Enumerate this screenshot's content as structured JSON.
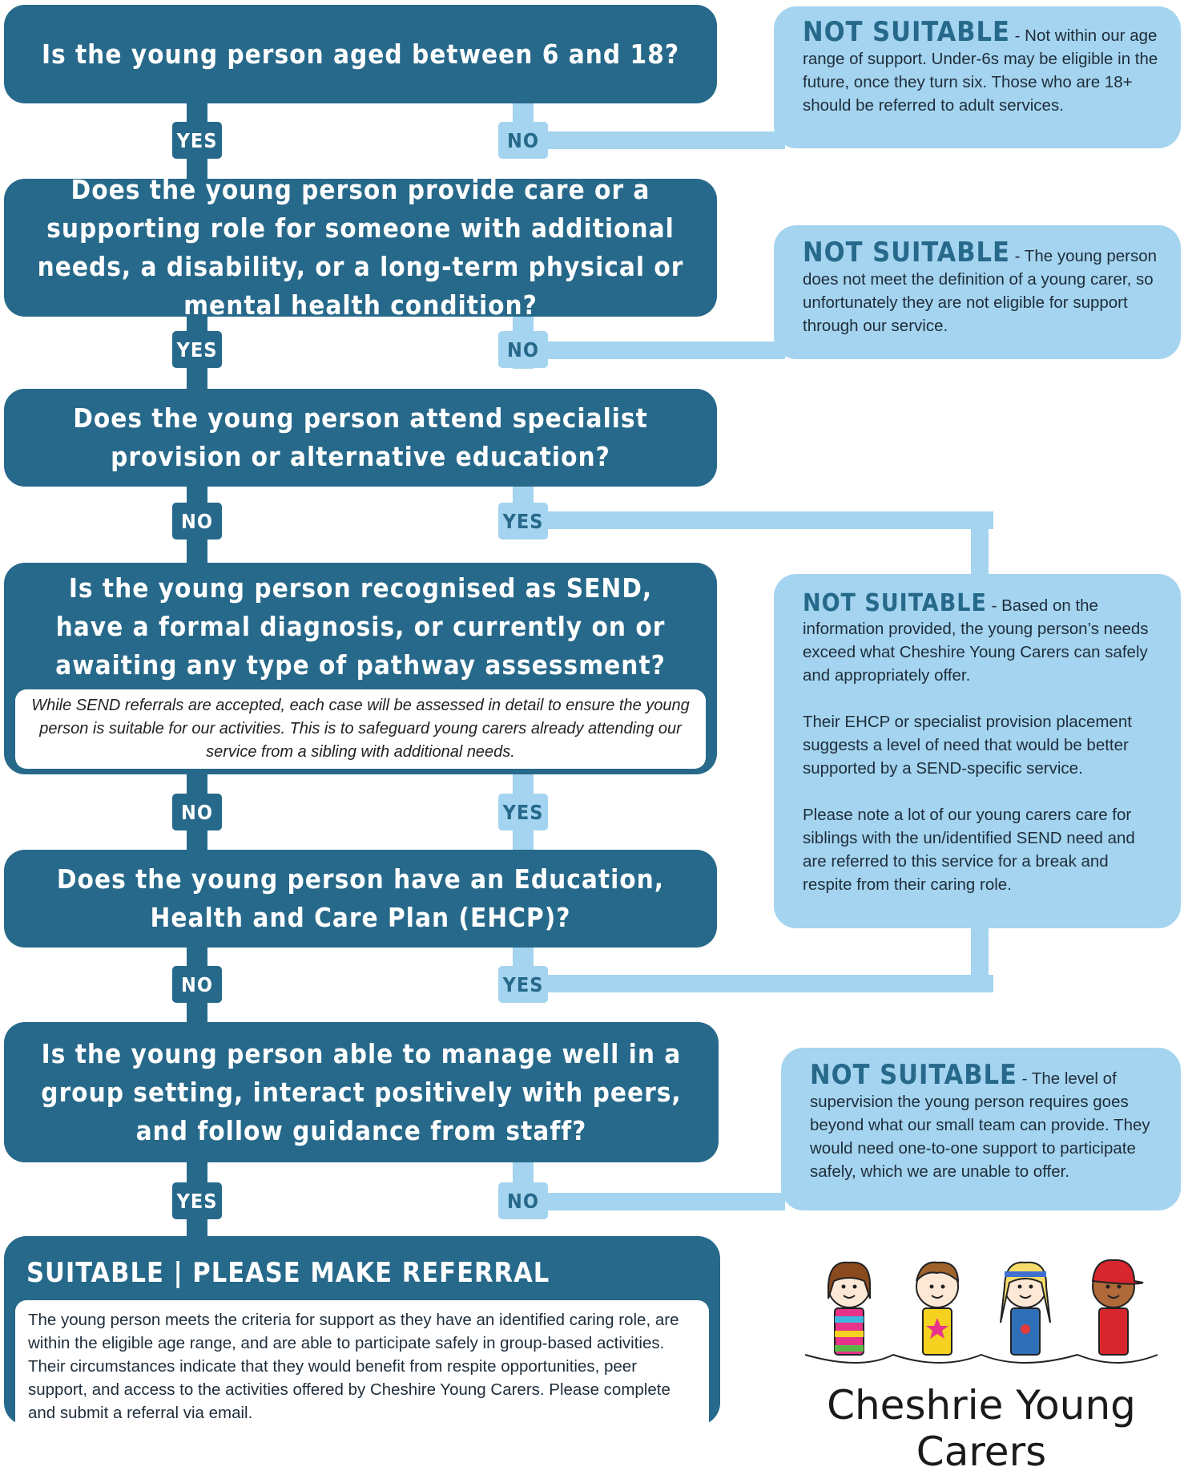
{
  "questions": {
    "q1": "Is the young person aged between 6 and 18?",
    "q2": "Does the young person provide care or a supporting role for someone with additional needs, a disability, or a long-term physical or mental health condition?",
    "q3": "Does the young person attend specialist provision or alternative education?",
    "q4": "Is the young person recognised as SEND, have a formal diagnosis, or currently on  or awaiting any type of pathway assessment?",
    "q4_note": "While SEND referrals are accepted, each case will be assessed in detail to ensure the young person is suitable for our activities. This is to safeguard young carers already attending our service from a sibling with additional needs.",
    "q5": "Does the young person have an Education, Health and Care Plan (EHCP)?",
    "q6": "Is the young person able to manage well in a group setting, interact positively with peers, and follow guidance from staff?"
  },
  "labels": {
    "yes": "YES",
    "no": "NO"
  },
  "not_suitable": {
    "heading": "NOT SUITABLE",
    "ns1": "- Not within our age range of support. Under-6s may be eligible in the future, once they turn six. Those who are 18+ should be referred to adult services.",
    "ns2": "- The young person does not meet the definition of a young carer, so unfortunately they are not eligible for support through our service.",
    "ns3_p1": "- Based on the information provided, the young person’s needs exceed what Cheshire Young Carers can safely and appropriately offer.",
    "ns3_p2": "Their EHCP or specialist provision placement suggests a level of need that would be better supported by a SEND-specific service.",
    "ns3_p3": "Please note a lot of our young carers care for siblings with the un/identified SEND need and are referred to this service for a break and respite from their caring role.",
    "ns4": "- The level of supervision the young person requires goes beyond what our small team can provide. They would need one-to-one support to participate safely, which we are unable to offer."
  },
  "result": {
    "title": "SUITABLE | PLEASE MAKE REFERRAL",
    "body": "The young person meets the criteria for support as they have an identified caring role, are within the eligible age range, and are able to participate safely in group-based activities. Their circumstances indicate that they would benefit from respite opportunities, peer support, and access to the activities offered by Cheshire Young Carers. Please complete and submit a referral via email."
  },
  "logo": {
    "text": "Cheshrie Young Carers"
  },
  "colors": {
    "dark_blue": "#27698a",
    "light_blue": "#a4d4ef"
  }
}
